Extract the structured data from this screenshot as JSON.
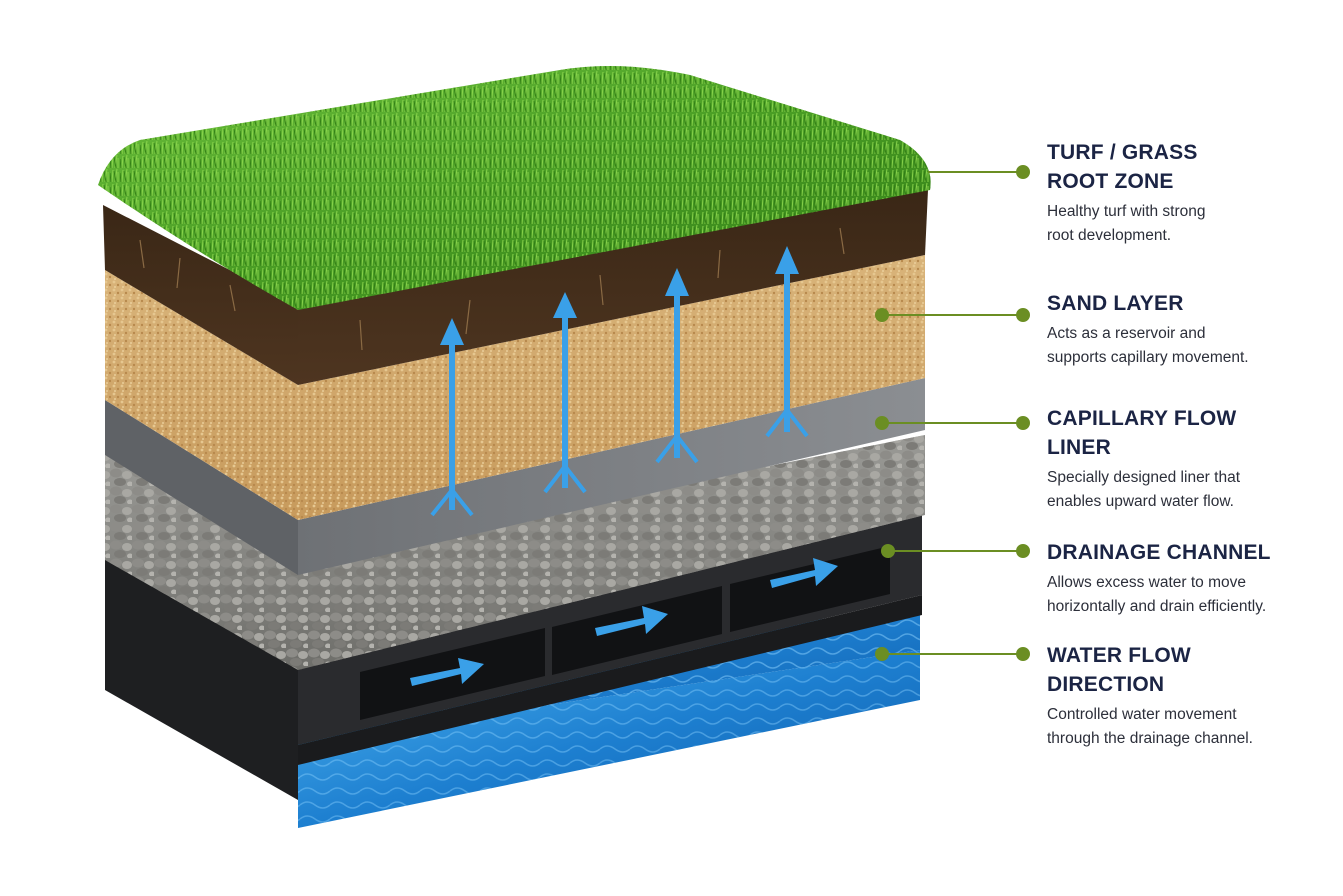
{
  "labels": [
    {
      "title": "TURF / GRASS\nROOT ZONE",
      "description": "Healthy turf with strong\nroot development."
    },
    {
      "title": "SAND LAYER",
      "description": "Acts as a reservoir and\nsupports capillary movement."
    },
    {
      "title": "CAPILLARY FLOW\nLINER",
      "description": "Specially designed liner that\nenables upward water flow."
    },
    {
      "title": "DRAINAGE CHANNEL",
      "description": "Allows excess water to move\nhorizontally and drain efficiently."
    },
    {
      "title": "WATER FLOW\nDIRECTION",
      "description": "Controlled water movement\nthrough the drainage channel."
    }
  ],
  "colors": {
    "leader_line": "#6b8e23",
    "title_text": "#1b2444",
    "arrow": "#3aa0e8"
  }
}
